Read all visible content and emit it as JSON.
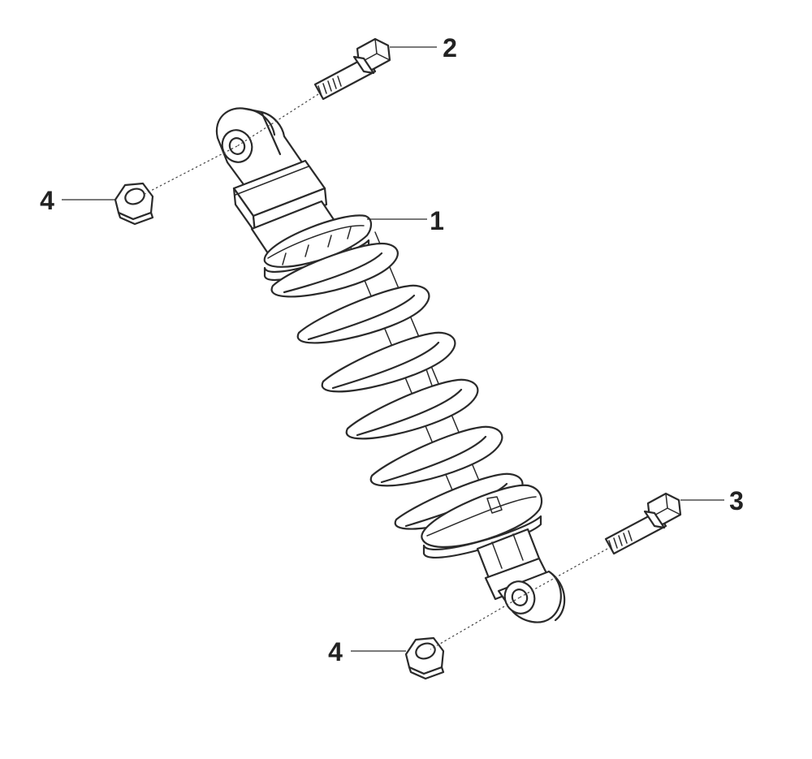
{
  "diagram": {
    "callouts": [
      {
        "id": "shock-absorber",
        "label": "1"
      },
      {
        "id": "upper-bolt",
        "label": "2"
      },
      {
        "id": "lower-bolt",
        "label": "3"
      },
      {
        "id": "upper-nut",
        "label": "4"
      },
      {
        "id": "lower-nut",
        "label": "4"
      }
    ]
  }
}
